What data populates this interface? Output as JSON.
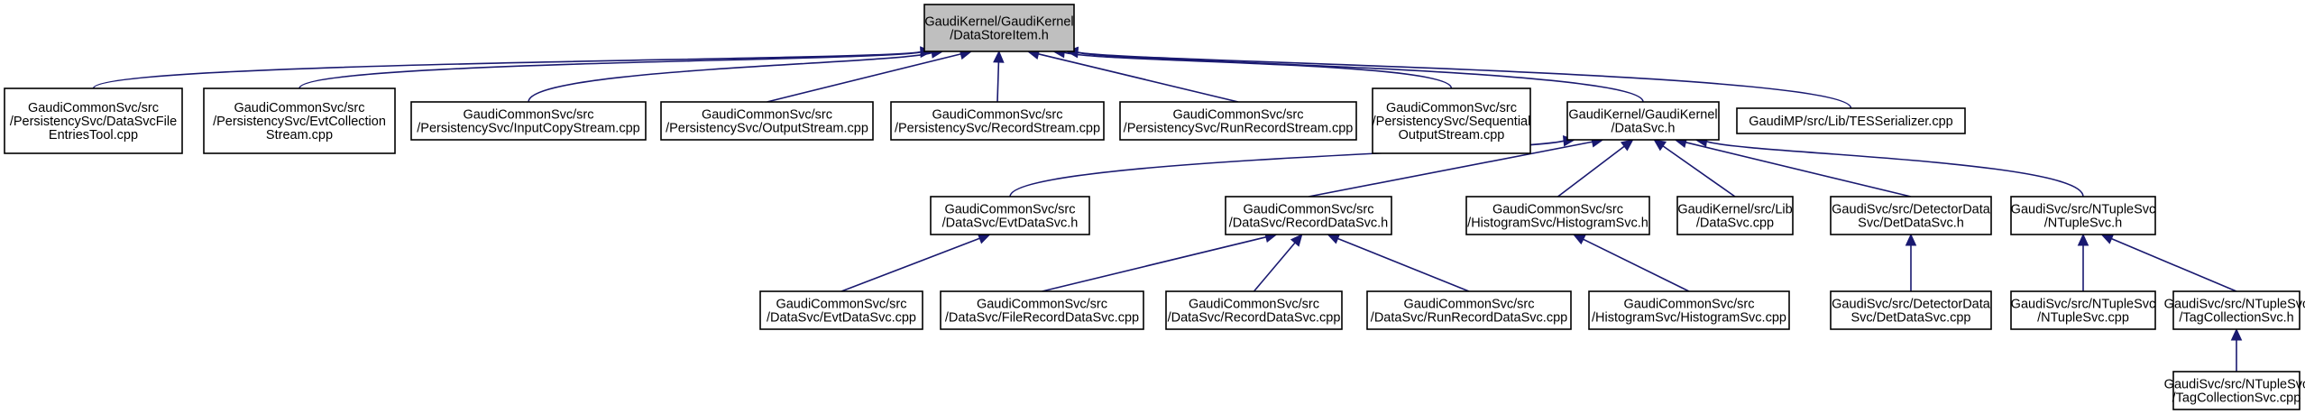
{
  "graph": {
    "nodes": [
      {
        "id": "root",
        "lines": [
          "GaudiKernel/GaudiKernel",
          "/DataStoreItem.h"
        ],
        "highlight": true
      },
      {
        "id": "n1",
        "lines": [
          "GaudiCommonSvc/src",
          "/PersistencySvc/DataSvcFile",
          "EntriesTool.cpp"
        ]
      },
      {
        "id": "n2",
        "lines": [
          "GaudiCommonSvc/src",
          "/PersistencySvc/EvtCollection",
          "Stream.cpp"
        ]
      },
      {
        "id": "n3",
        "lines": [
          "GaudiCommonSvc/src",
          "/PersistencySvc/InputCopyStream.cpp"
        ]
      },
      {
        "id": "n4",
        "lines": [
          "GaudiCommonSvc/src",
          "/PersistencySvc/OutputStream.cpp"
        ]
      },
      {
        "id": "n5",
        "lines": [
          "GaudiCommonSvc/src",
          "/PersistencySvc/RecordStream.cpp"
        ]
      },
      {
        "id": "n6",
        "lines": [
          "GaudiCommonSvc/src",
          "/PersistencySvc/RunRecordStream.cpp"
        ]
      },
      {
        "id": "n7",
        "lines": [
          "GaudiCommonSvc/src",
          "/PersistencySvc/Sequential",
          "OutputStream.cpp"
        ]
      },
      {
        "id": "n8",
        "lines": [
          "GaudiKernel/GaudiKernel",
          "/DataSvc.h"
        ]
      },
      {
        "id": "n9",
        "lines": [
          "GaudiMP/src/Lib/TESSerializer.cpp"
        ]
      },
      {
        "id": "n10",
        "lines": [
          "GaudiCommonSvc/src",
          "/DataSvc/EvtDataSvc.h"
        ]
      },
      {
        "id": "n11",
        "lines": [
          "GaudiCommonSvc/src",
          "/DataSvc/RecordDataSvc.h"
        ]
      },
      {
        "id": "n12",
        "lines": [
          "GaudiCommonSvc/src",
          "/HistogramSvc/HistogramSvc.h"
        ]
      },
      {
        "id": "n13",
        "lines": [
          "GaudiKernel/src/Lib",
          "/DataSvc.cpp"
        ]
      },
      {
        "id": "n14",
        "lines": [
          "GaudiSvc/src/DetectorData",
          "Svc/DetDataSvc.h"
        ]
      },
      {
        "id": "n15",
        "lines": [
          "GaudiSvc/src/NTupleSvc",
          "/NTupleSvc.h"
        ]
      },
      {
        "id": "n16",
        "lines": [
          "GaudiCommonSvc/src",
          "/DataSvc/EvtDataSvc.cpp"
        ]
      },
      {
        "id": "n17",
        "lines": [
          "GaudiCommonSvc/src",
          "/DataSvc/FileRecordDataSvc.cpp"
        ]
      },
      {
        "id": "n18",
        "lines": [
          "GaudiCommonSvc/src",
          "/DataSvc/RecordDataSvc.cpp"
        ]
      },
      {
        "id": "n19",
        "lines": [
          "GaudiCommonSvc/src",
          "/DataSvc/RunRecordDataSvc.cpp"
        ]
      },
      {
        "id": "n20",
        "lines": [
          "GaudiCommonSvc/src",
          "/HistogramSvc/HistogramSvc.cpp"
        ]
      },
      {
        "id": "n21",
        "lines": [
          "GaudiSvc/src/DetectorData",
          "Svc/DetDataSvc.cpp"
        ]
      },
      {
        "id": "n22",
        "lines": [
          "GaudiSvc/src/NTupleSvc",
          "/NTupleSvc.cpp"
        ]
      },
      {
        "id": "n23",
        "lines": [
          "GaudiSvc/src/NTupleSvc",
          "/TagCollectionSvc.h"
        ]
      },
      {
        "id": "n24",
        "lines": [
          "GaudiSvc/src/NTupleSvc",
          "/TagCollectionSvc.cpp"
        ]
      }
    ],
    "edges": [
      {
        "from": "n1",
        "to": "root"
      },
      {
        "from": "n2",
        "to": "root"
      },
      {
        "from": "n3",
        "to": "root"
      },
      {
        "from": "n4",
        "to": "root"
      },
      {
        "from": "n5",
        "to": "root"
      },
      {
        "from": "n6",
        "to": "root"
      },
      {
        "from": "n7",
        "to": "root"
      },
      {
        "from": "n8",
        "to": "root"
      },
      {
        "from": "n9",
        "to": "root"
      },
      {
        "from": "n10",
        "to": "n8"
      },
      {
        "from": "n11",
        "to": "n8"
      },
      {
        "from": "n12",
        "to": "n8"
      },
      {
        "from": "n13",
        "to": "n8"
      },
      {
        "from": "n14",
        "to": "n8"
      },
      {
        "from": "n15",
        "to": "n8"
      },
      {
        "from": "n16",
        "to": "n10"
      },
      {
        "from": "n17",
        "to": "n11"
      },
      {
        "from": "n18",
        "to": "n11"
      },
      {
        "from": "n19",
        "to": "n11"
      },
      {
        "from": "n20",
        "to": "n12"
      },
      {
        "from": "n21",
        "to": "n14"
      },
      {
        "from": "n22",
        "to": "n15"
      },
      {
        "from": "n23",
        "to": "n15"
      },
      {
        "from": "n24",
        "to": "n23"
      }
    ]
  }
}
